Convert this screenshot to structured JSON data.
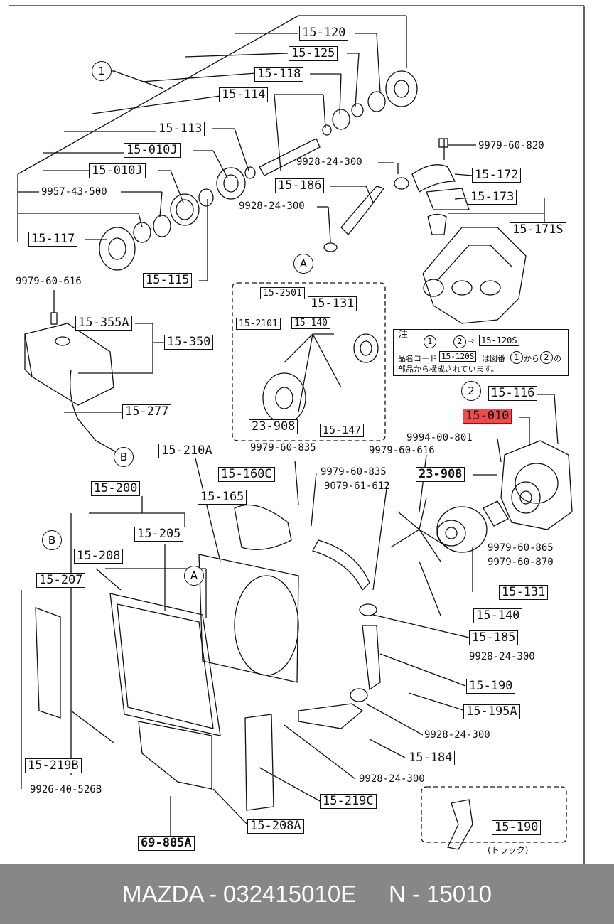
{
  "diagram": {
    "callouts": [
      {
        "id": "c1",
        "text": "15-120"
      },
      {
        "id": "c2",
        "text": "15-125"
      },
      {
        "id": "c3",
        "text": "15-118"
      },
      {
        "id": "c4",
        "text": "15-114"
      },
      {
        "id": "c5",
        "text": "15-113"
      },
      {
        "id": "c6",
        "text": "15-010J"
      },
      {
        "id": "c7",
        "text": "15-010J"
      },
      {
        "id": "c8",
        "text": "15-117"
      },
      {
        "id": "c9",
        "text": "15-115"
      },
      {
        "id": "c10",
        "text": "15-186"
      },
      {
        "id": "c11",
        "text": "15-172"
      },
      {
        "id": "c12",
        "text": "15-173"
      },
      {
        "id": "c13",
        "text": "15-171S"
      },
      {
        "id": "c14",
        "text": "15-355A"
      },
      {
        "id": "c15",
        "text": "15-350"
      },
      {
        "id": "c16",
        "text": "15-277"
      },
      {
        "id": "c17",
        "text": "15-2501"
      },
      {
        "id": "c18",
        "text": "15-131"
      },
      {
        "id": "c19",
        "text": "15-2101"
      },
      {
        "id": "c20",
        "text": "15-140"
      },
      {
        "id": "c21",
        "text": "23-908"
      },
      {
        "id": "c22",
        "text": "15-147"
      },
      {
        "id": "c23",
        "text": "15-116"
      },
      {
        "id": "c24",
        "text": "15-010"
      },
      {
        "id": "c25",
        "text": "23-908"
      },
      {
        "id": "c26",
        "text": "15-210A"
      },
      {
        "id": "c27",
        "text": "15-160C"
      },
      {
        "id": "c28",
        "text": "15-165"
      },
      {
        "id": "c29",
        "text": "15-200"
      },
      {
        "id": "c30",
        "text": "15-205"
      },
      {
        "id": "c31",
        "text": "15-208"
      },
      {
        "id": "c32",
        "text": "15-207"
      },
      {
        "id": "c33",
        "text": "15-131"
      },
      {
        "id": "c34",
        "text": "15-140"
      },
      {
        "id": "c35",
        "text": "15-185"
      },
      {
        "id": "c36",
        "text": "15-190"
      },
      {
        "id": "c37",
        "text": "15-195A"
      },
      {
        "id": "c38",
        "text": "15-184"
      },
      {
        "id": "c39",
        "text": "15-219B"
      },
      {
        "id": "c40",
        "text": "15-219C"
      },
      {
        "id": "c41",
        "text": "15-208A"
      },
      {
        "id": "c42",
        "text": "69-885A"
      },
      {
        "id": "c43",
        "text": "15-190"
      }
    ],
    "part_numbers": [
      {
        "id": "p1",
        "text": "9979-60-820"
      },
      {
        "id": "p2",
        "text": "9928-24-300"
      },
      {
        "id": "p3",
        "text": "9957-43-500"
      },
      {
        "id": "p4",
        "text": "9928-24-300"
      },
      {
        "id": "p5",
        "text": "9979-60-616"
      },
      {
        "id": "p6",
        "text": "9979-60-835"
      },
      {
        "id": "p7",
        "text": "9994-00-801"
      },
      {
        "id": "p8",
        "text": "9979-60-616"
      },
      {
        "id": "p9",
        "text": "9979-60-835"
      },
      {
        "id": "p10",
        "text": "9079-61-612"
      },
      {
        "id": "p11",
        "text": "9979-60-865"
      },
      {
        "id": "p12",
        "text": "9979-60-870"
      },
      {
        "id": "p13",
        "text": "9928-24-300"
      },
      {
        "id": "p14",
        "text": "9928-24-300"
      },
      {
        "id": "p15",
        "text": "9928-24-300"
      },
      {
        "id": "p16",
        "text": "9926-40-526B"
      },
      {
        "id": "p17",
        "text": "(トラック)"
      }
    ],
    "markers": [
      {
        "id": "m1",
        "text": "1"
      },
      {
        "id": "m2",
        "text": "A"
      },
      {
        "id": "m3",
        "text": "B"
      },
      {
        "id": "m4",
        "text": "2"
      },
      {
        "id": "m5",
        "text": "B"
      },
      {
        "id": "m6",
        "text": "A"
      }
    ],
    "note": {
      "head": "注",
      "c1": "1",
      "c2": "2",
      "arrow": "⇨",
      "tag": "15-120S",
      "line2_pre": "品名コード",
      "line2_tag": "15-120S",
      "line2_mid": "は図番",
      "line2_c1": "1",
      "line2_from": "から",
      "line2_c2": "2",
      "line2_end": "の",
      "line3": "部品から構成されています。"
    }
  },
  "footer": {
    "brand": "MAZDA",
    "sep": "-",
    "part_code": "032415010E",
    "group": "N - 15010"
  }
}
